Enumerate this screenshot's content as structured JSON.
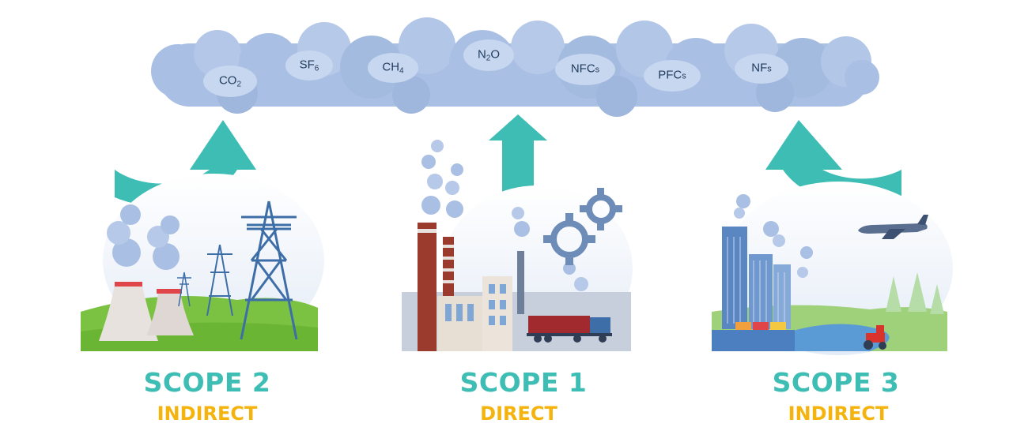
{
  "gases": [
    {
      "main": "CO",
      "sub": "2",
      "tail": ""
    },
    {
      "main": "SF",
      "sub": "6",
      "tail": ""
    },
    {
      "main": "CH",
      "sub": "4",
      "tail": ""
    },
    {
      "main": "N",
      "sub": "2",
      "tail": "O"
    },
    {
      "main": "NFC",
      "sub": "",
      "tail": "s"
    },
    {
      "main": "PFC",
      "sub": "",
      "tail": "s"
    },
    {
      "main": "NF",
      "sub": "",
      "tail": "s"
    }
  ],
  "scopes": [
    {
      "title": "SCOPE 2",
      "subtitle": "INDIRECT"
    },
    {
      "title": "SCOPE 1",
      "subtitle": "DIRECT"
    },
    {
      "title": "SCOPE 3",
      "subtitle": "INDIRECT"
    }
  ],
  "colors": {
    "teal": "#3dbdb4",
    "yellow": "#f5b40d",
    "cloud": "#a9bfe3",
    "cloud_light": "#c8d7f0",
    "grass": "#7cc242",
    "tower": "#3d6ea8",
    "brick": "#9b3b2d"
  }
}
